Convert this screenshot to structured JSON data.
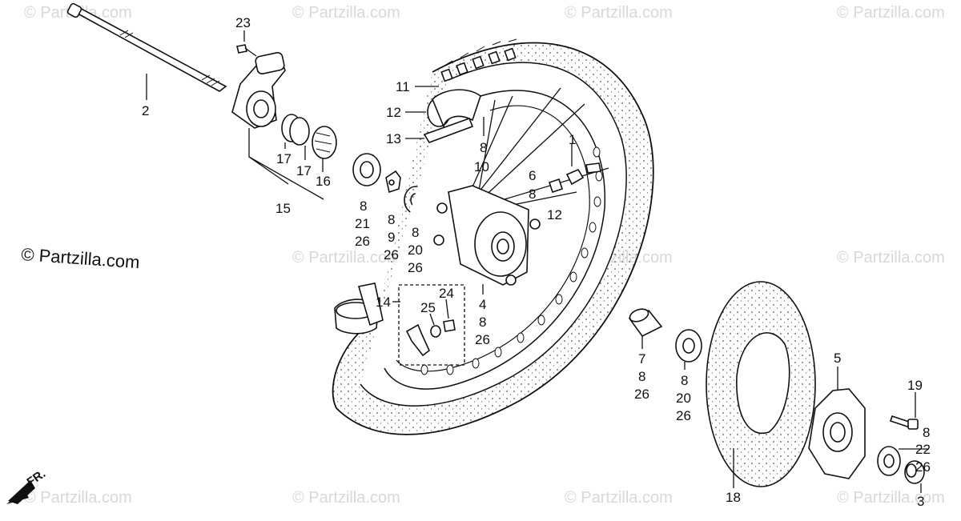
{
  "watermark": "© Partzilla.com",
  "brand": "© Partzilla.com",
  "direction_marker": "FR.",
  "callouts": {
    "c2": "2",
    "c23": "23",
    "c17a": "17",
    "c17b": "17",
    "c16": "16",
    "c15": "15",
    "c11": "11",
    "c12a": "12",
    "c13": "13",
    "c8a": "8",
    "c10": "10",
    "c1": "1",
    "c6": "6",
    "c8b": "8",
    "c12b": "12",
    "c8c": "8",
    "c21": "21",
    "c26a": "26",
    "c8d": "8",
    "c9": "9",
    "c26b": "26",
    "c8e": "8",
    "c20a": "20",
    "c26c": "26",
    "c14": "14",
    "c25": "25",
    "c24": "24",
    "c4": "4",
    "c8f": "8",
    "c26d": "26",
    "c7": "7",
    "c8g": "8",
    "c26e": "26",
    "c8h": "8",
    "c20b": "20",
    "c26f": "26",
    "c5": "5",
    "c19": "19",
    "c8i": "8",
    "c22": "22",
    "c26g": "26",
    "c18": "18",
    "c3": "3"
  }
}
